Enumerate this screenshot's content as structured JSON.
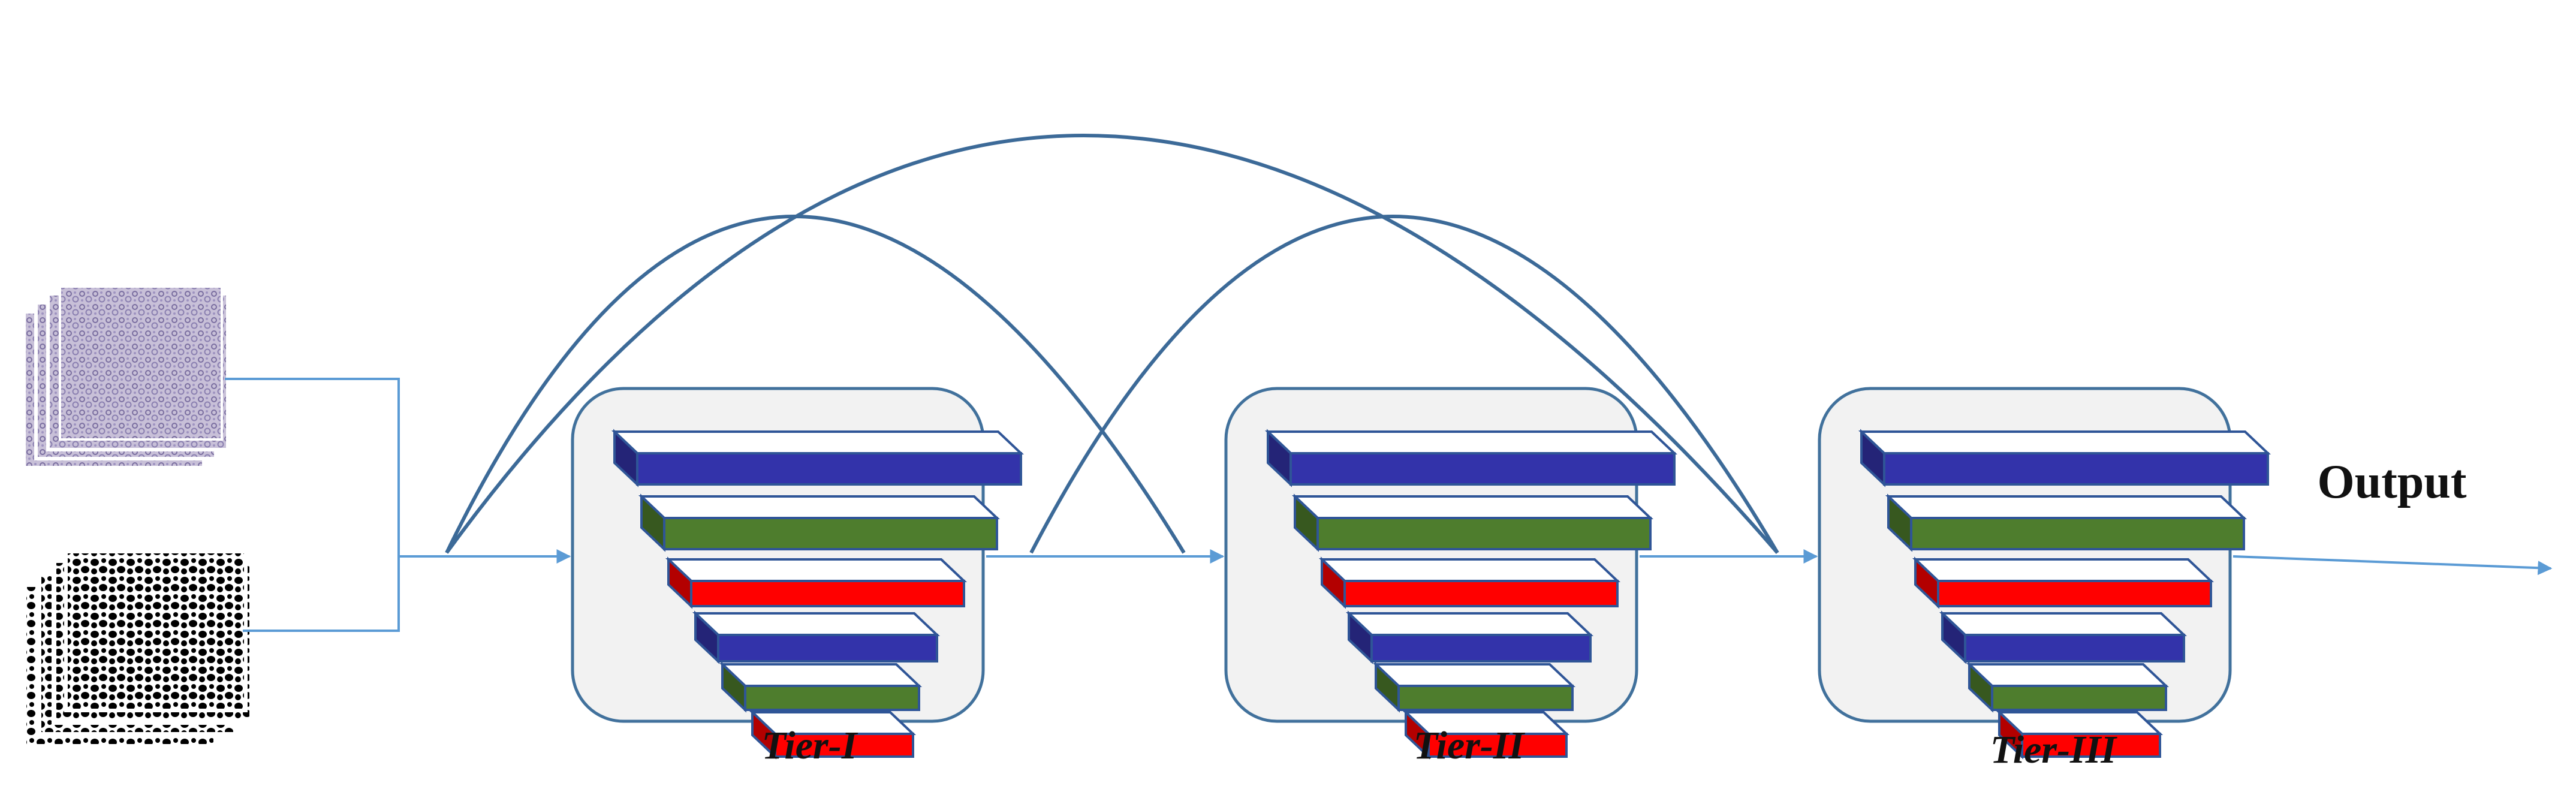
{
  "diagram": {
    "tiers": [
      {
        "label": "Tier-I"
      },
      {
        "label": "Tier-II"
      },
      {
        "label": "Tier-III"
      }
    ],
    "output_label": "Output",
    "inputs": [
      {
        "kind": "histology-image-stack"
      },
      {
        "kind": "binary-mask-stack"
      }
    ],
    "colors": {
      "blue_layer": "#3333aa",
      "green_layer": "#4e7d2d",
      "red_layer": "#ff0000",
      "edge": "#2f5597",
      "box_fill": "#f2f2f2",
      "box_stroke": "#41719c",
      "arrow": "#5b9bd5",
      "arc": "#3c6a98"
    }
  }
}
